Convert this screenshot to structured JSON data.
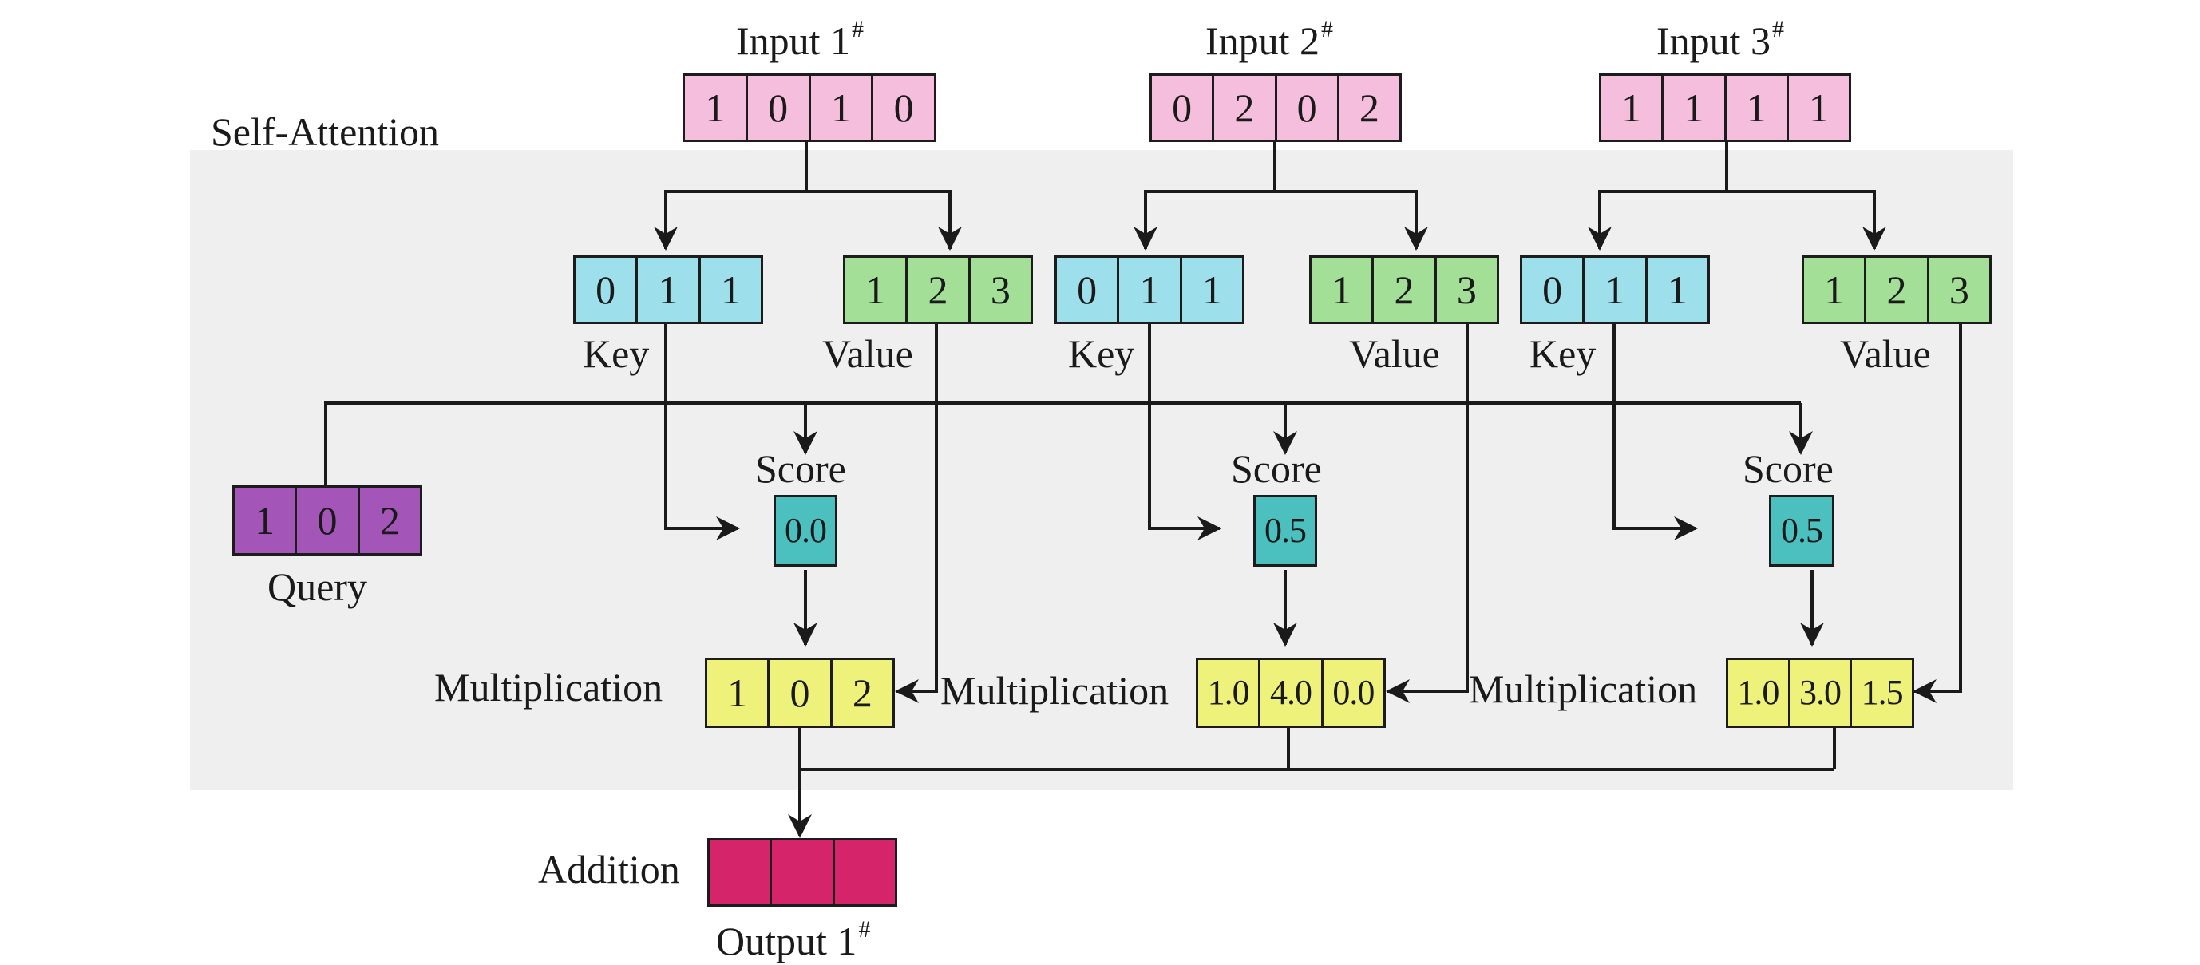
{
  "section_title": "Self-Attention",
  "colors": {
    "panel": "#efefef",
    "input": "#f5bedc",
    "key": "#9edfec",
    "value": "#a3df97",
    "query": "#a356b7",
    "score": "#4cbfbf",
    "multiplication": "#eef27a",
    "output": "#d6246a"
  },
  "inputs": [
    {
      "label": "Input 1",
      "sup": "#",
      "values": [
        "1",
        "0",
        "1",
        "0"
      ]
    },
    {
      "label": "Input 2",
      "sup": "#",
      "values": [
        "0",
        "2",
        "0",
        "2"
      ]
    },
    {
      "label": "Input 3",
      "sup": "#",
      "values": [
        "1",
        "1",
        "1",
        "1"
      ]
    }
  ],
  "keys": [
    {
      "label": "Key",
      "values": [
        "0",
        "1",
        "1"
      ]
    },
    {
      "label": "Key",
      "values": [
        "0",
        "1",
        "1"
      ]
    },
    {
      "label": "Key",
      "values": [
        "0",
        "1",
        "1"
      ]
    }
  ],
  "values": [
    {
      "label": "Value",
      "values": [
        "1",
        "2",
        "3"
      ]
    },
    {
      "label": "Value",
      "values": [
        "1",
        "2",
        "3"
      ]
    },
    {
      "label": "Value",
      "values": [
        "1",
        "2",
        "3"
      ]
    }
  ],
  "query": {
    "label": "Query",
    "values": [
      "1",
      "0",
      "2"
    ]
  },
  "scores": [
    {
      "label": "Score",
      "value": "0.0"
    },
    {
      "label": "Score",
      "value": "0.5"
    },
    {
      "label": "Score",
      "value": "0.5"
    }
  ],
  "multiplications": [
    {
      "label": "Multiplication",
      "values": [
        "1",
        "0",
        "2"
      ]
    },
    {
      "label": "Multiplication",
      "values": [
        "1.0",
        "4.0",
        "0.0"
      ]
    },
    {
      "label": "Multiplication",
      "values": [
        "1.0",
        "3.0",
        "1.5"
      ]
    }
  ],
  "addition": {
    "label": "Addition",
    "values": [
      "",
      "",
      ""
    ]
  },
  "output": {
    "label": "Output 1",
    "sup": "#"
  }
}
